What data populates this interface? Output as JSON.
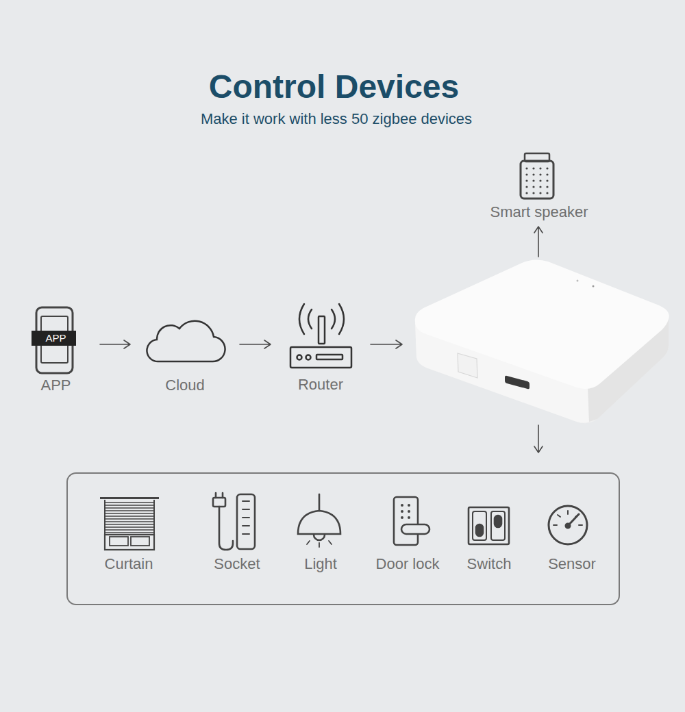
{
  "diagram": {
    "title": "Control Devices",
    "caption": "Make it work with less 50 zigbee devices",
    "nodes": [
      {
        "text": [
          "APP",
          "APP"
        ]
      },
      {
        "text": [
          "Cloud"
        ]
      },
      {
        "text": [
          "Router"
        ]
      },
      {
        "text": []
      },
      {
        "text": [
          "Smart speaker"
        ]
      },
      {
        "text": []
      },
      {
        "text": [
          "Curtain"
        ],
        "in": 5
      },
      {
        "text": [
          "Socket"
        ],
        "in": 5
      },
      {
        "text": [
          "Light"
        ],
        "in": 5
      },
      {
        "text": [
          "Door lock"
        ],
        "in": 5
      },
      {
        "text": [
          "Switch"
        ],
        "in": 5
      },
      {
        "text": [
          "Sensor"
        ],
        "in": 5
      }
    ],
    "edges": [
      {
        "from": 0,
        "to": 1,
        "arrow": "to"
      },
      {
        "from": 1,
        "to": 2,
        "arrow": "to"
      },
      {
        "from": 2,
        "to": 3,
        "arrow": "to"
      },
      {
        "from": 3,
        "to": 4,
        "arrow": "to"
      },
      {
        "from": 3,
        "to": 5,
        "arrow": "to"
      }
    ]
  }
}
